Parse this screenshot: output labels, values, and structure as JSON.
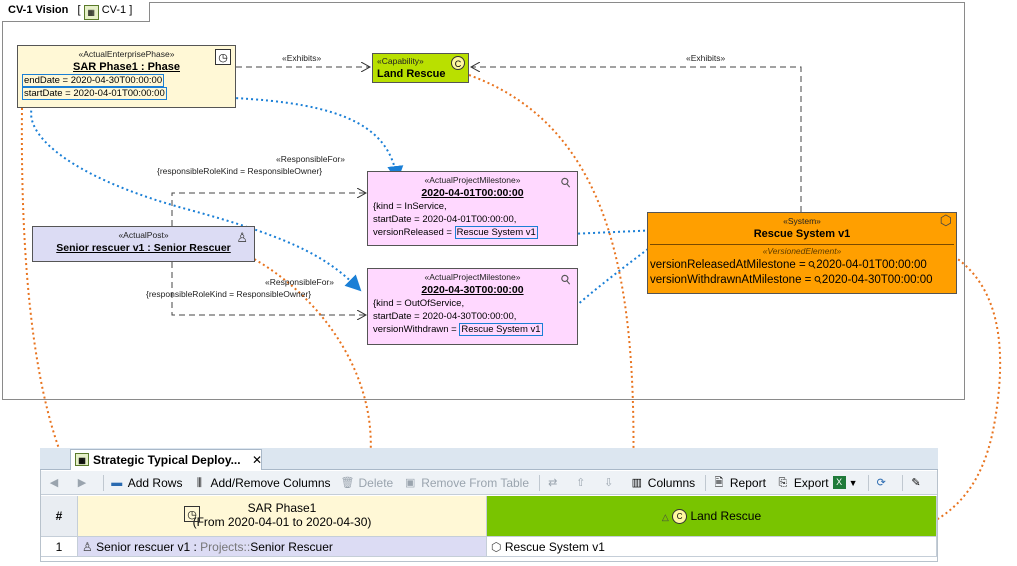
{
  "diagram": {
    "title_bold": "CV-1 Vision",
    "title_ref": "CV-1",
    "nodes": {
      "phase": {
        "stereotype": "«ActualEnterprisePhase»",
        "name": "SAR Phase1 : Phase",
        "end_date": "endDate = 2020-04-30T00:00:00",
        "start_date": "startDate = 2020-04-01T00:00:00"
      },
      "capability": {
        "stereotype": "«Capability»",
        "name": "Land Rescue",
        "icon_letter": "C"
      },
      "milestone1": {
        "stereotype": "«ActualProjectMilestone»",
        "name": "2020-04-01T00:00:00",
        "line1": "{kind = InService,",
        "line2": "startDate = 2020-04-01T00:00:00,",
        "line3_prefix": "versionReleased =",
        "line3_value": "Rescue System v1"
      },
      "milestone2": {
        "stereotype": "«ActualProjectMilestone»",
        "name": "2020-04-30T00:00:00",
        "line1": "{kind = OutOfService,",
        "line2": "startDate = 2020-04-30T00:00:00,",
        "line3_prefix": "versionWithdrawn =",
        "line3_value": "Rescue System v1"
      },
      "post": {
        "stereotype": "«ActualPost»",
        "name": "Senior rescuer v1 : Senior Rescuer"
      },
      "system": {
        "stereotype": "«System»",
        "name": "Rescue System v1",
        "sub_stereotype": "«VersionedElement»",
        "released_label": "versionReleasedAtMilestone =",
        "released_value": "2020-04-01T00:00:00",
        "withdrawn_label": "versionWithdrawnAtMilestone =",
        "withdrawn_value": "2020-04-30T00:00:00"
      }
    },
    "edge_labels": {
      "exhibits1": "«Exhibits»",
      "exhibits2": "«Exhibits»",
      "responsible1_stereo": "«ResponsibleFor»",
      "responsible1_prop": "{responsibleRoleKind = ResponsibleOwner}",
      "responsible2_stereo": "«ResponsibleFor»",
      "responsible2_prop": "{responsibleRoleKind = ResponsibleOwner}"
    }
  },
  "table": {
    "tab_label": "Strategic Typical Deploy...",
    "toolbar": {
      "add_rows": "Add Rows",
      "add_remove_columns": "Add/Remove Columns",
      "delete": "Delete",
      "remove_from_table": "Remove From Table",
      "columns": "Columns",
      "report": "Report",
      "export": "Export"
    },
    "header": {
      "num": "#",
      "phase_line1": "SAR Phase1",
      "phase_line2": "(From 2020-04-01 to 2020-04-30)",
      "capability": "Land Rescue"
    },
    "rows": [
      {
        "num": "1",
        "post_name": "Senior rescuer v1 :",
        "post_path": "Projects::",
        "post_type": "Senior Rescuer",
        "system": "Rescue System v1"
      }
    ]
  },
  "colors": {
    "phase_fill": "#fff8d6",
    "capability_fill": "#b9e000",
    "milestone_fill": "#ffd8ff",
    "post_fill": "#dcdcf4",
    "system_fill": "#ff9f00",
    "blue_trace": "#1a7fd6",
    "orange_trace": "#e8731e"
  }
}
